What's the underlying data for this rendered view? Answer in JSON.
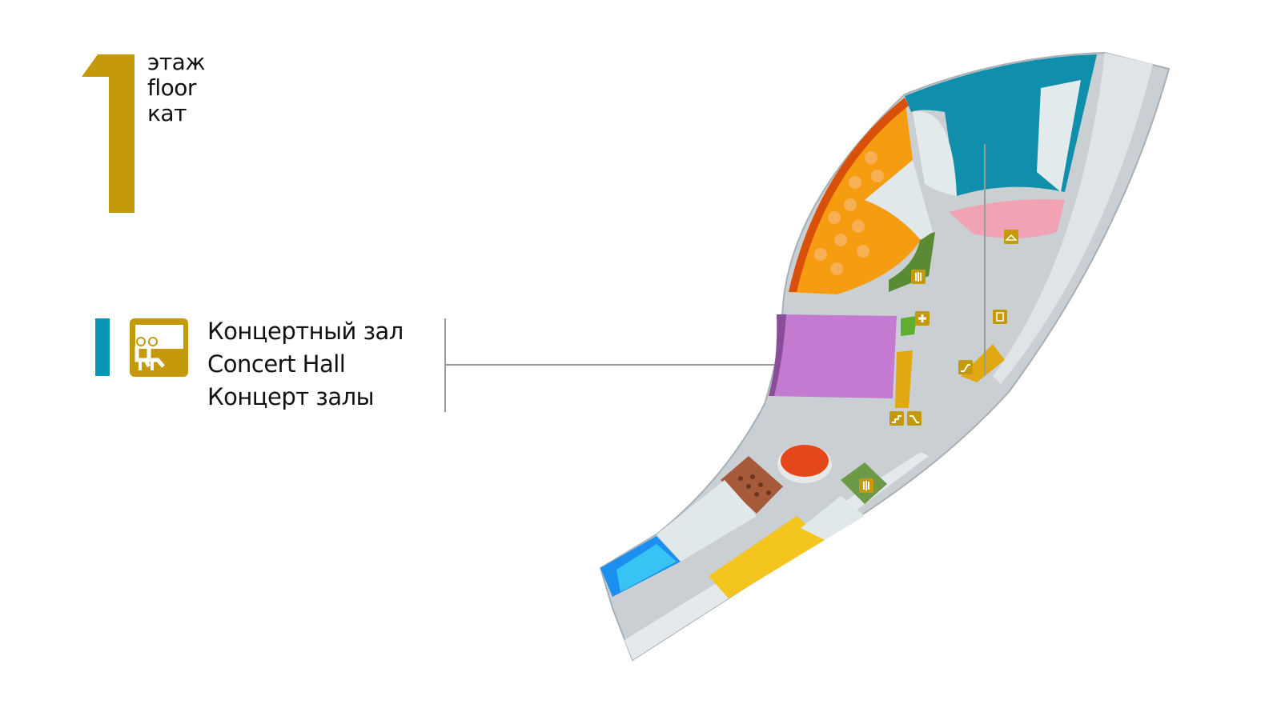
{
  "floor": {
    "number": "1",
    "labels": [
      "этаж",
      "floor",
      "кат"
    ]
  },
  "legend": {
    "icon": "concert-hall-seats-icon",
    "names": [
      "Концертный зал",
      "Concert Hall",
      "Концерт залы"
    ]
  },
  "colors": {
    "gold": "#c49a0c",
    "legend_bar": "#0a97b5",
    "concert_hall": "#c47ad0",
    "floor": "#c9cfd3"
  },
  "map_icons": [
    "wardrobe-icon",
    "restroom-icon",
    "first-aid-icon",
    "elevator-icon",
    "escalator-icon",
    "stairs-icon",
    "escalator-icon",
    "restroom-icon"
  ]
}
